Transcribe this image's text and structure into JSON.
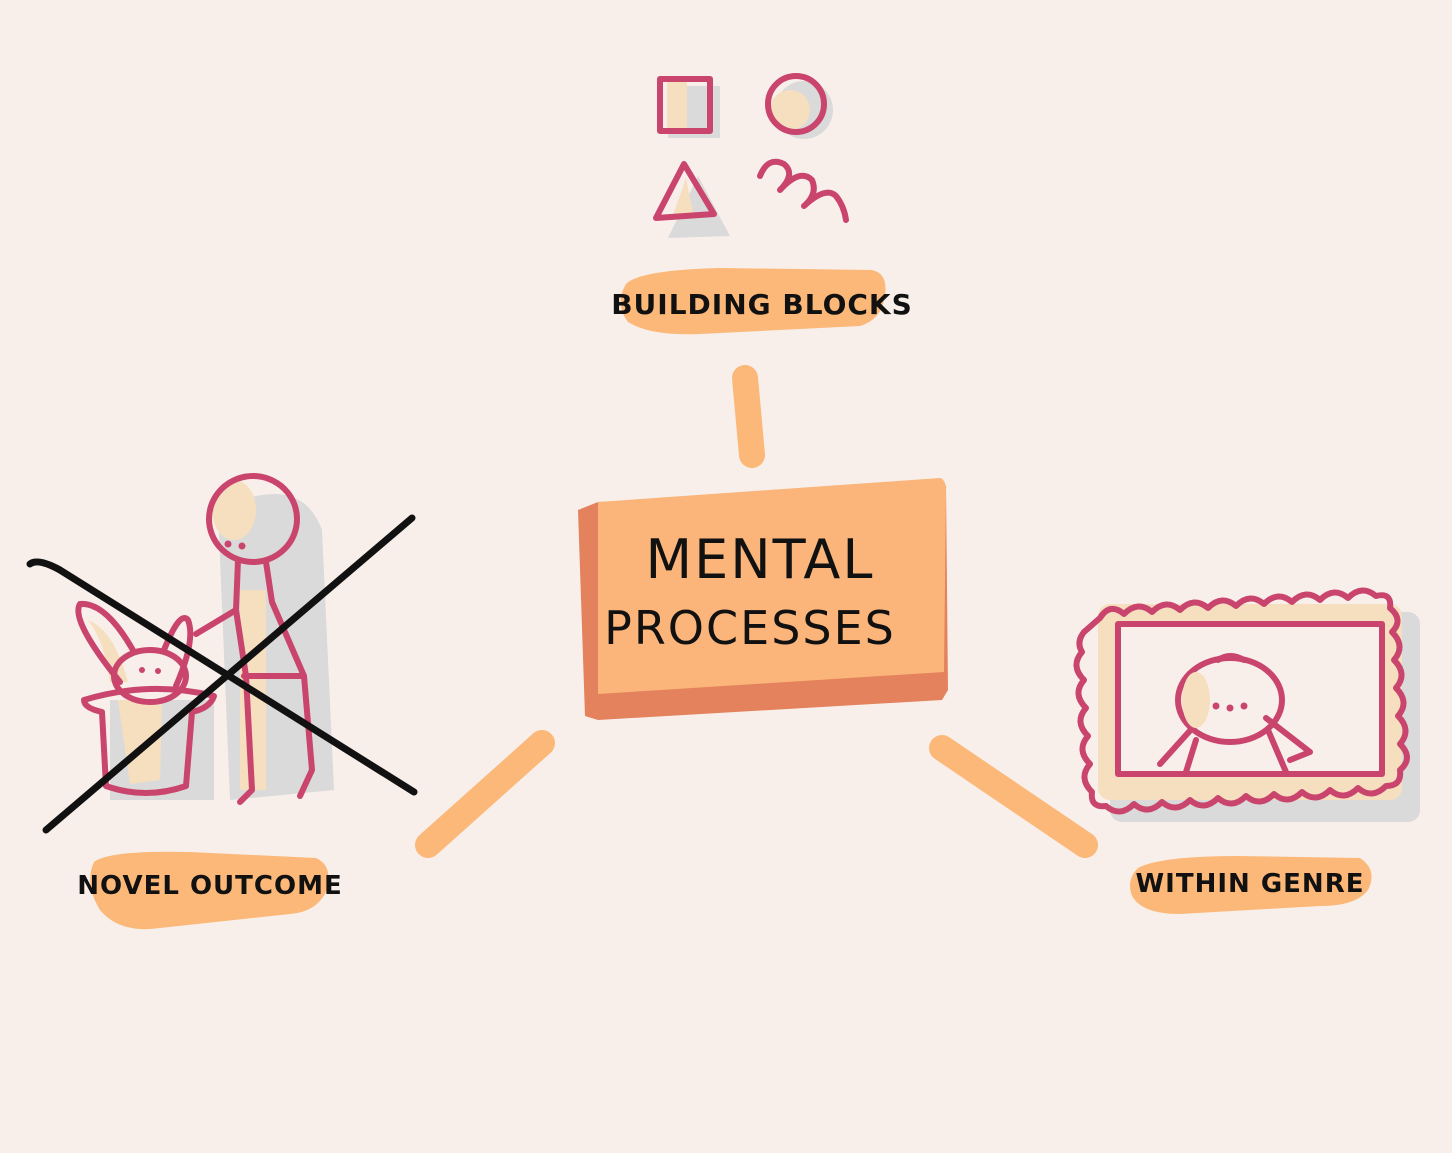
{
  "center": {
    "line1": "MENTAL",
    "line2": "PROCESSES"
  },
  "nodes": {
    "top": "BUILDING BLOCKS",
    "left": "NOVEL OUTCOME",
    "right": "WITHIN GENRE"
  },
  "colors": {
    "background": "#f8efea",
    "highlight": "#fbb878",
    "box_fill": "#fbb57a",
    "box_edge": "#e3825c",
    "ink": "#c9456d",
    "cream": "#f6dfbf",
    "shadow": "#dadada",
    "text": "#111111"
  },
  "icons": {
    "top": "shapes-icon",
    "left": "crossed-out-magician-rabbit-icon",
    "right": "framed-portrait-icon"
  }
}
